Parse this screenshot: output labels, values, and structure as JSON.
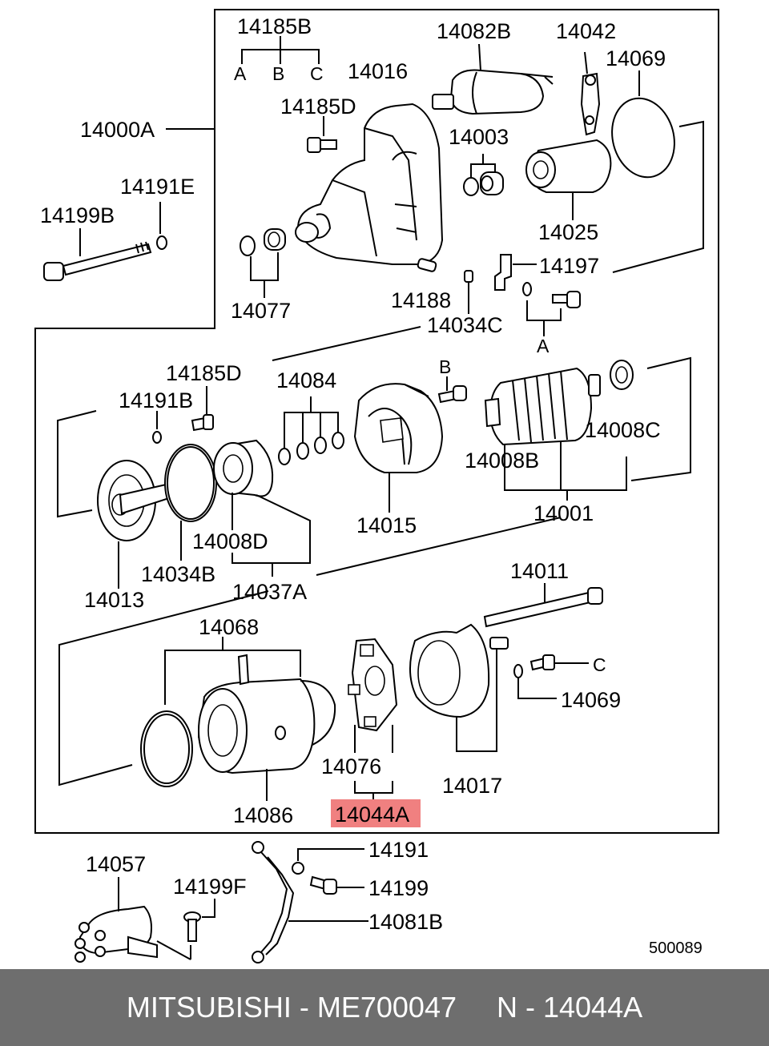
{
  "diagram": {
    "labels": {
      "l14185B": "14185B",
      "lA1": "A",
      "lB1": "B",
      "lC1": "C",
      "l14082B": "14082B",
      "l14042": "14042",
      "l14069a": "14069",
      "l14016": "14016",
      "l14185D_top": "14185D",
      "l14000A": "14000A",
      "l14003": "14003",
      "l14025": "14025",
      "l14191E": "14191E",
      "l14199B": "14199B",
      "l14077": "14077",
      "l14188": "14188",
      "l14197": "14197",
      "l14034C": "14034C",
      "lA2": "A",
      "l14185D_mid": "14185D",
      "l14084": "14084",
      "lB2": "B",
      "l14191B": "14191B",
      "l14008C": "14008C",
      "l14008B": "14008B",
      "l14015": "14015",
      "l14001": "14001",
      "l14008D": "14008D",
      "l14034B": "14034B",
      "l14013": "14013",
      "l14037A": "14037A",
      "l14011": "14011",
      "l14068": "14068",
      "lC2": "C",
      "l14069b": "14069",
      "l14076": "14076",
      "l14017": "14017",
      "l14086": "14086",
      "l14044A": "14044A",
      "l14057": "14057",
      "l14191": "14191",
      "l14199F": "14199F",
      "l14199": "14199",
      "l14081B": "14081B",
      "ref": "500089"
    },
    "highlight_color": "#f08080"
  },
  "footer": {
    "text": "MITSUBISHI - ME700047     N - 14044A"
  }
}
